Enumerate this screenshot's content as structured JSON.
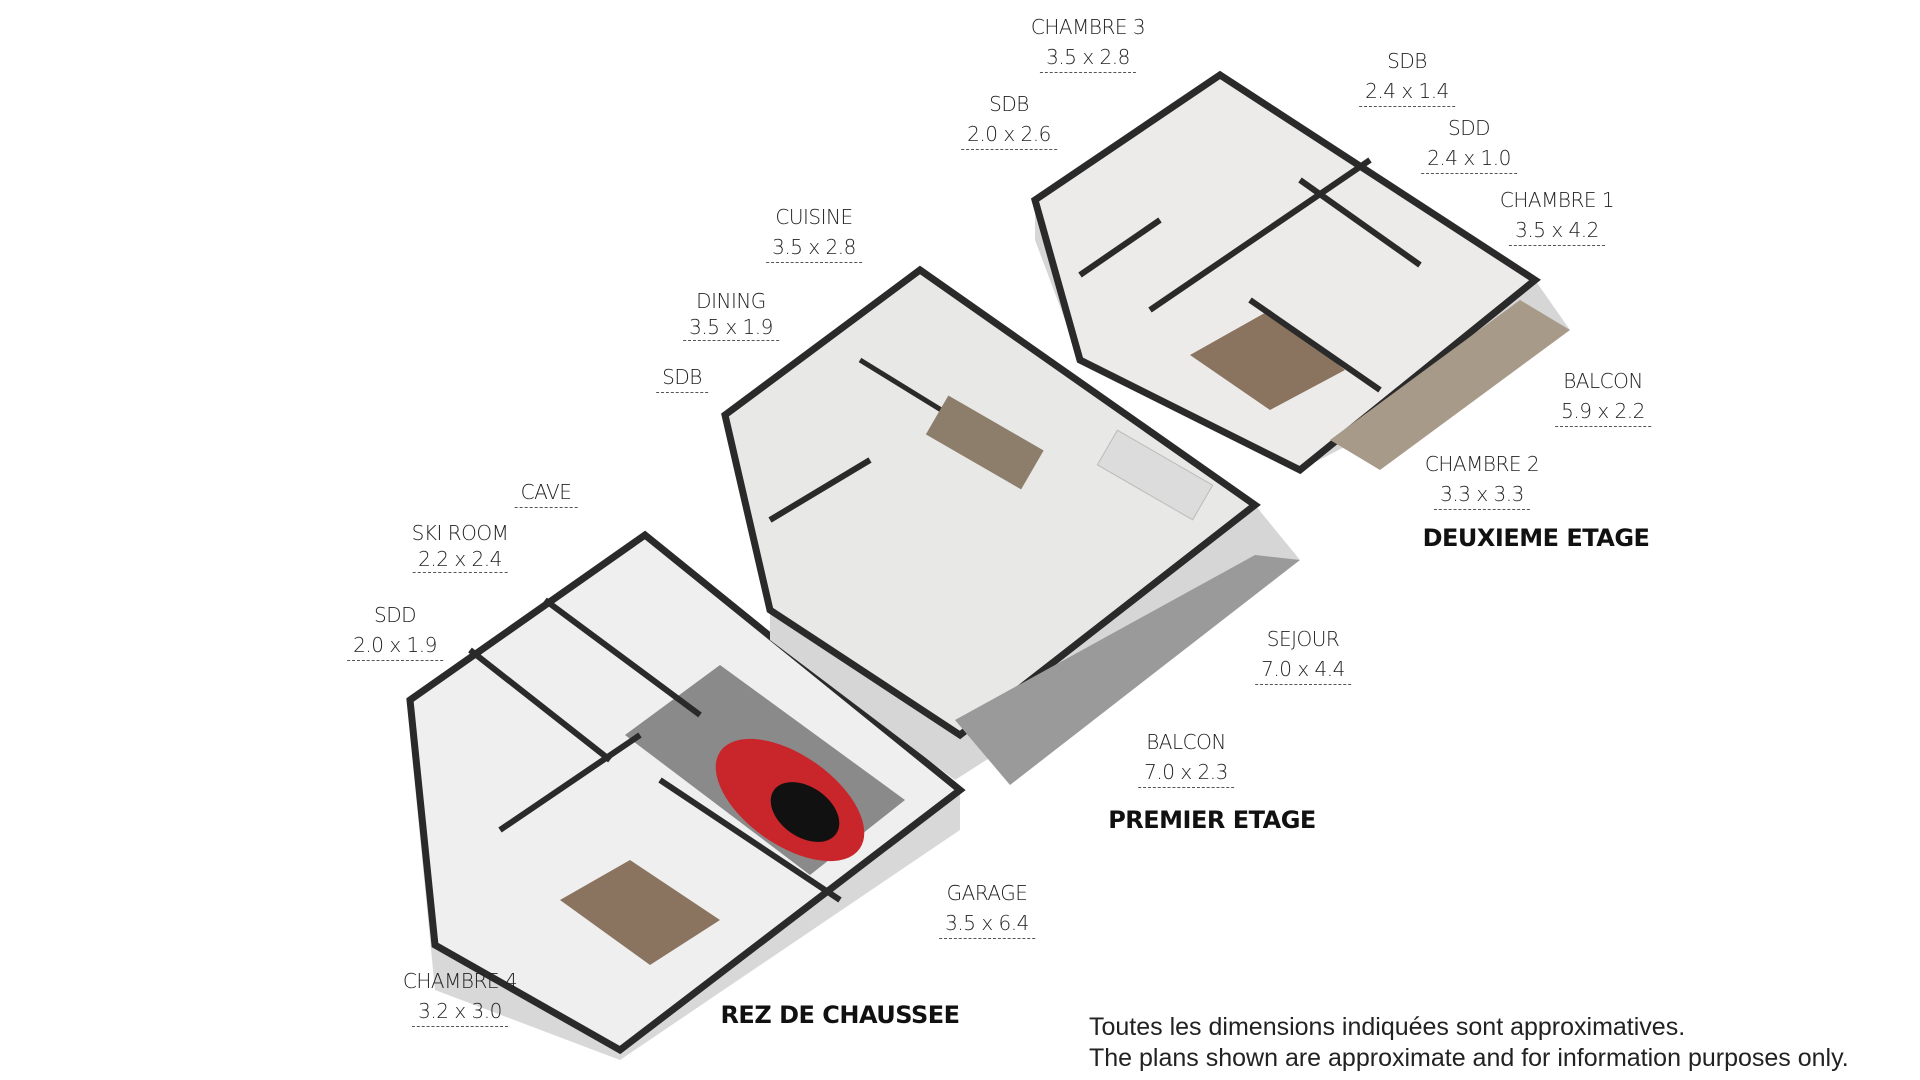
{
  "rooms": {
    "chambre3": {
      "name": "CHAMBRE 3",
      "dims": "3.5 x 2.8"
    },
    "sdb_top": {
      "name": "SDB",
      "dims": "2.4 x 1.4"
    },
    "sdb_2": {
      "name": "SDB",
      "dims": "2.0 x 2.6"
    },
    "sdd_top": {
      "name": "SDD",
      "dims": "2.4 x 1.0"
    },
    "chambre1": {
      "name": "CHAMBRE 1",
      "dims": "3.5 x 4.2"
    },
    "cuisine": {
      "name": "CUISINE",
      "dims": "3.5 x 2.8"
    },
    "dining": {
      "name": "DINING",
      "dims": "3.5 x 1.9"
    },
    "sdb_first": {
      "name": "SDB"
    },
    "balcon_top": {
      "name": "BALCON",
      "dims": "5.9 x 2.2"
    },
    "chambre2": {
      "name": "CHAMBRE 2",
      "dims": "3.3 x 3.3"
    },
    "cave": {
      "name": "CAVE"
    },
    "ski_room": {
      "name": "SKI ROOM",
      "dims": "2.2 x 2.4"
    },
    "sdd_ground": {
      "name": "SDD",
      "dims": "2.0 x 1.9"
    },
    "sejour": {
      "name": "SEJOUR",
      "dims": "7.0 x 4.4"
    },
    "balcon_first": {
      "name": "BALCON",
      "dims": "7.0 x 2.3"
    },
    "garage": {
      "name": "GARAGE",
      "dims": "3.5 x 6.4"
    },
    "chambre4": {
      "name": "CHAMBRE 4",
      "dims": "3.2 x 3.0"
    }
  },
  "floors": {
    "second": "DEUXIEME ETAGE",
    "first": "PREMIER ETAGE",
    "ground": "REZ DE CHAUSSEE"
  },
  "disclaimer": {
    "fr": "Toutes les dimensions indiquées sont approximatives.",
    "en": "The plans shown are approximate and for information purposes only."
  },
  "colors": {
    "wall": "#2a2a2a",
    "floor": "#e6e6e4",
    "garage": "#8a8a8a",
    "car": "#c8262a",
    "wood": "#8a7460"
  }
}
